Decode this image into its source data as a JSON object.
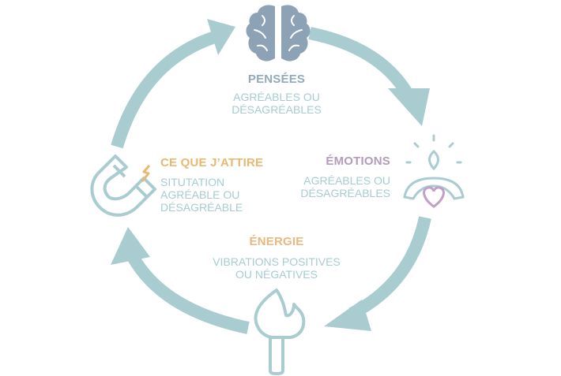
{
  "colors": {
    "ring": "#a9ccd1",
    "brain": "#8ea2b6",
    "pensees_title": "#94a8bc",
    "emotions_title": "#b49bbd",
    "emotions_heart": "#c19fc6",
    "energie_title": "#eab77f",
    "attire_title": "#e9b870",
    "bolt": "#e9b870",
    "description": "#a6ccd0"
  },
  "icons": {
    "pensees": "brain-icon",
    "emotions": "meditation-heart-icon",
    "energie": "torch-flame-icon",
    "attire": "magnet-icon"
  },
  "nodes": {
    "pensees": {
      "title": "PENSÉES",
      "desc_line1": "AGRÉABLES OU",
      "desc_line2": "DÉSAGRÉABLES"
    },
    "emotions": {
      "title": "ÉMOTIONS",
      "desc_line1": "AGRÉABLES OU",
      "desc_line2": "DÉSAGRÉABLES"
    },
    "energie": {
      "title": "ÉNERGIE",
      "desc_line1": "VIBRATIONS POSITIVES",
      "desc_line2": "OU NÉGATIVES"
    },
    "attire": {
      "title": "CE QUE J’ATTIRE",
      "desc_line1": "SITUTATION",
      "desc_line2": "AGRÉABLE OU",
      "desc_line3": "DÉSAGRÉABLE"
    }
  }
}
